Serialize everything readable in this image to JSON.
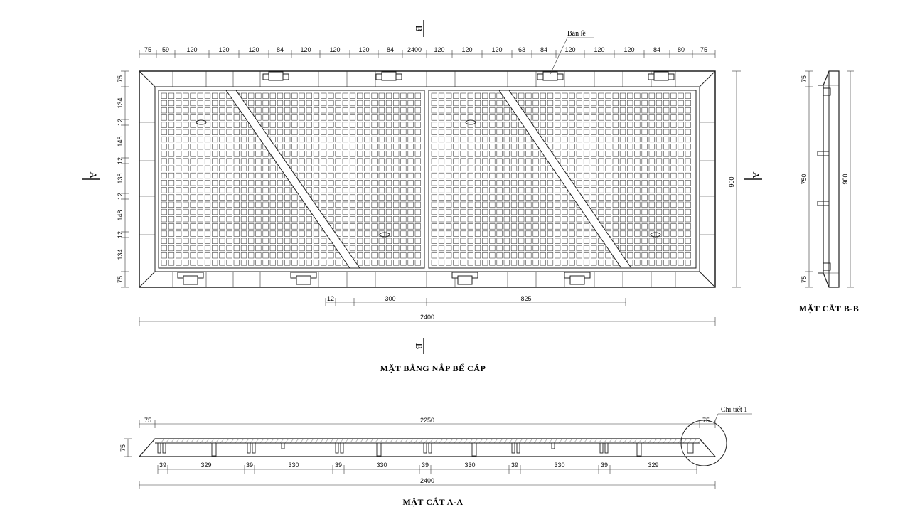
{
  "plan": {
    "title": "MẶT BẰNG NẮP BỂ CÁP",
    "hinge_label": "Bản lề",
    "top_dims": [
      "75",
      "59",
      "120",
      "120",
      "120",
      "84",
      "120",
      "120",
      "120",
      "84",
      "2400",
      "120",
      "120",
      "120",
      "63",
      "84",
      "120",
      "120",
      "120",
      "84",
      "80",
      "75"
    ],
    "left_dims": [
      "75",
      "134",
      "12",
      "148",
      "12",
      "138",
      "12",
      "148",
      "12",
      "134",
      "75"
    ],
    "right_dim": "900",
    "bottom_dims": {
      "d12": "12",
      "d300": "300",
      "d825": "825"
    },
    "total": "2400",
    "marker_a": "A",
    "marker_b": "B"
  },
  "section_bb": {
    "title": "MẶT CẮT B-B",
    "dims": [
      "75",
      "750",
      "75"
    ],
    "total": "900"
  },
  "section_aa": {
    "title": "MẶT CẮT A-A",
    "detail_label": "Chi tiết 1",
    "top_dims": {
      "left": "75",
      "mid": "2250",
      "right": "75"
    },
    "height_dim": "75",
    "bottom_dims": [
      "39",
      "329",
      "39",
      "330",
      "39",
      "330",
      "39",
      "330",
      "39",
      "330",
      "39",
      "329"
    ],
    "total": "2400"
  },
  "colors": {
    "line": "#222222",
    "text": "#111111",
    "background": "#ffffff"
  }
}
